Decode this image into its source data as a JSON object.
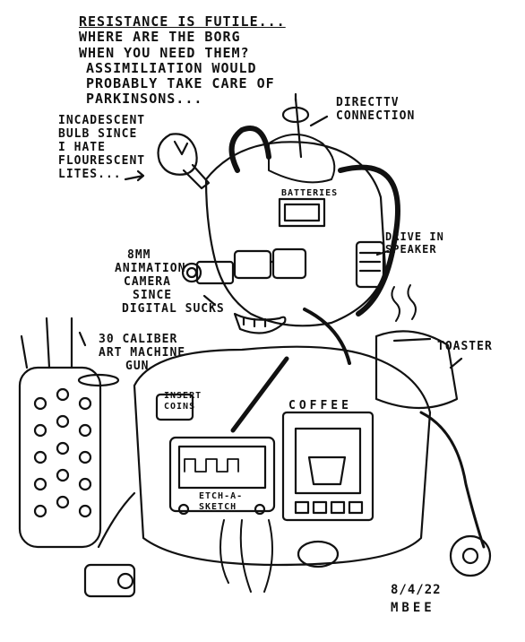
{
  "header_lines": [
    "Resistance is Futile...",
    "Where are the Borg",
    "When you need them?",
    "Assimiliation would",
    "probably take care of",
    "Parkinsons..."
  ],
  "labels": {
    "bulb": [
      "Incadescent",
      "bulb since",
      "I hate",
      "Flourescent",
      "lites..."
    ],
    "directv": [
      "DirectTV",
      "connection"
    ],
    "batteries": "Batteries",
    "speaker": [
      "Drive in",
      "Speaker"
    ],
    "camera": [
      "8mm",
      "Animation",
      "Camera",
      "Since",
      "Digital sucks"
    ],
    "gun": [
      "30 Caliber",
      "Art Machine",
      "Gun"
    ],
    "toaster": "Toaster",
    "coins": [
      "Insert",
      "Coins"
    ],
    "coffee": "Coffee",
    "etch": [
      "Etch-a-",
      "Sketch"
    ],
    "date": "8/4/22",
    "signature": "MBEE"
  },
  "colors": {
    "ink": "#111111",
    "paper": "#ffffff"
  }
}
